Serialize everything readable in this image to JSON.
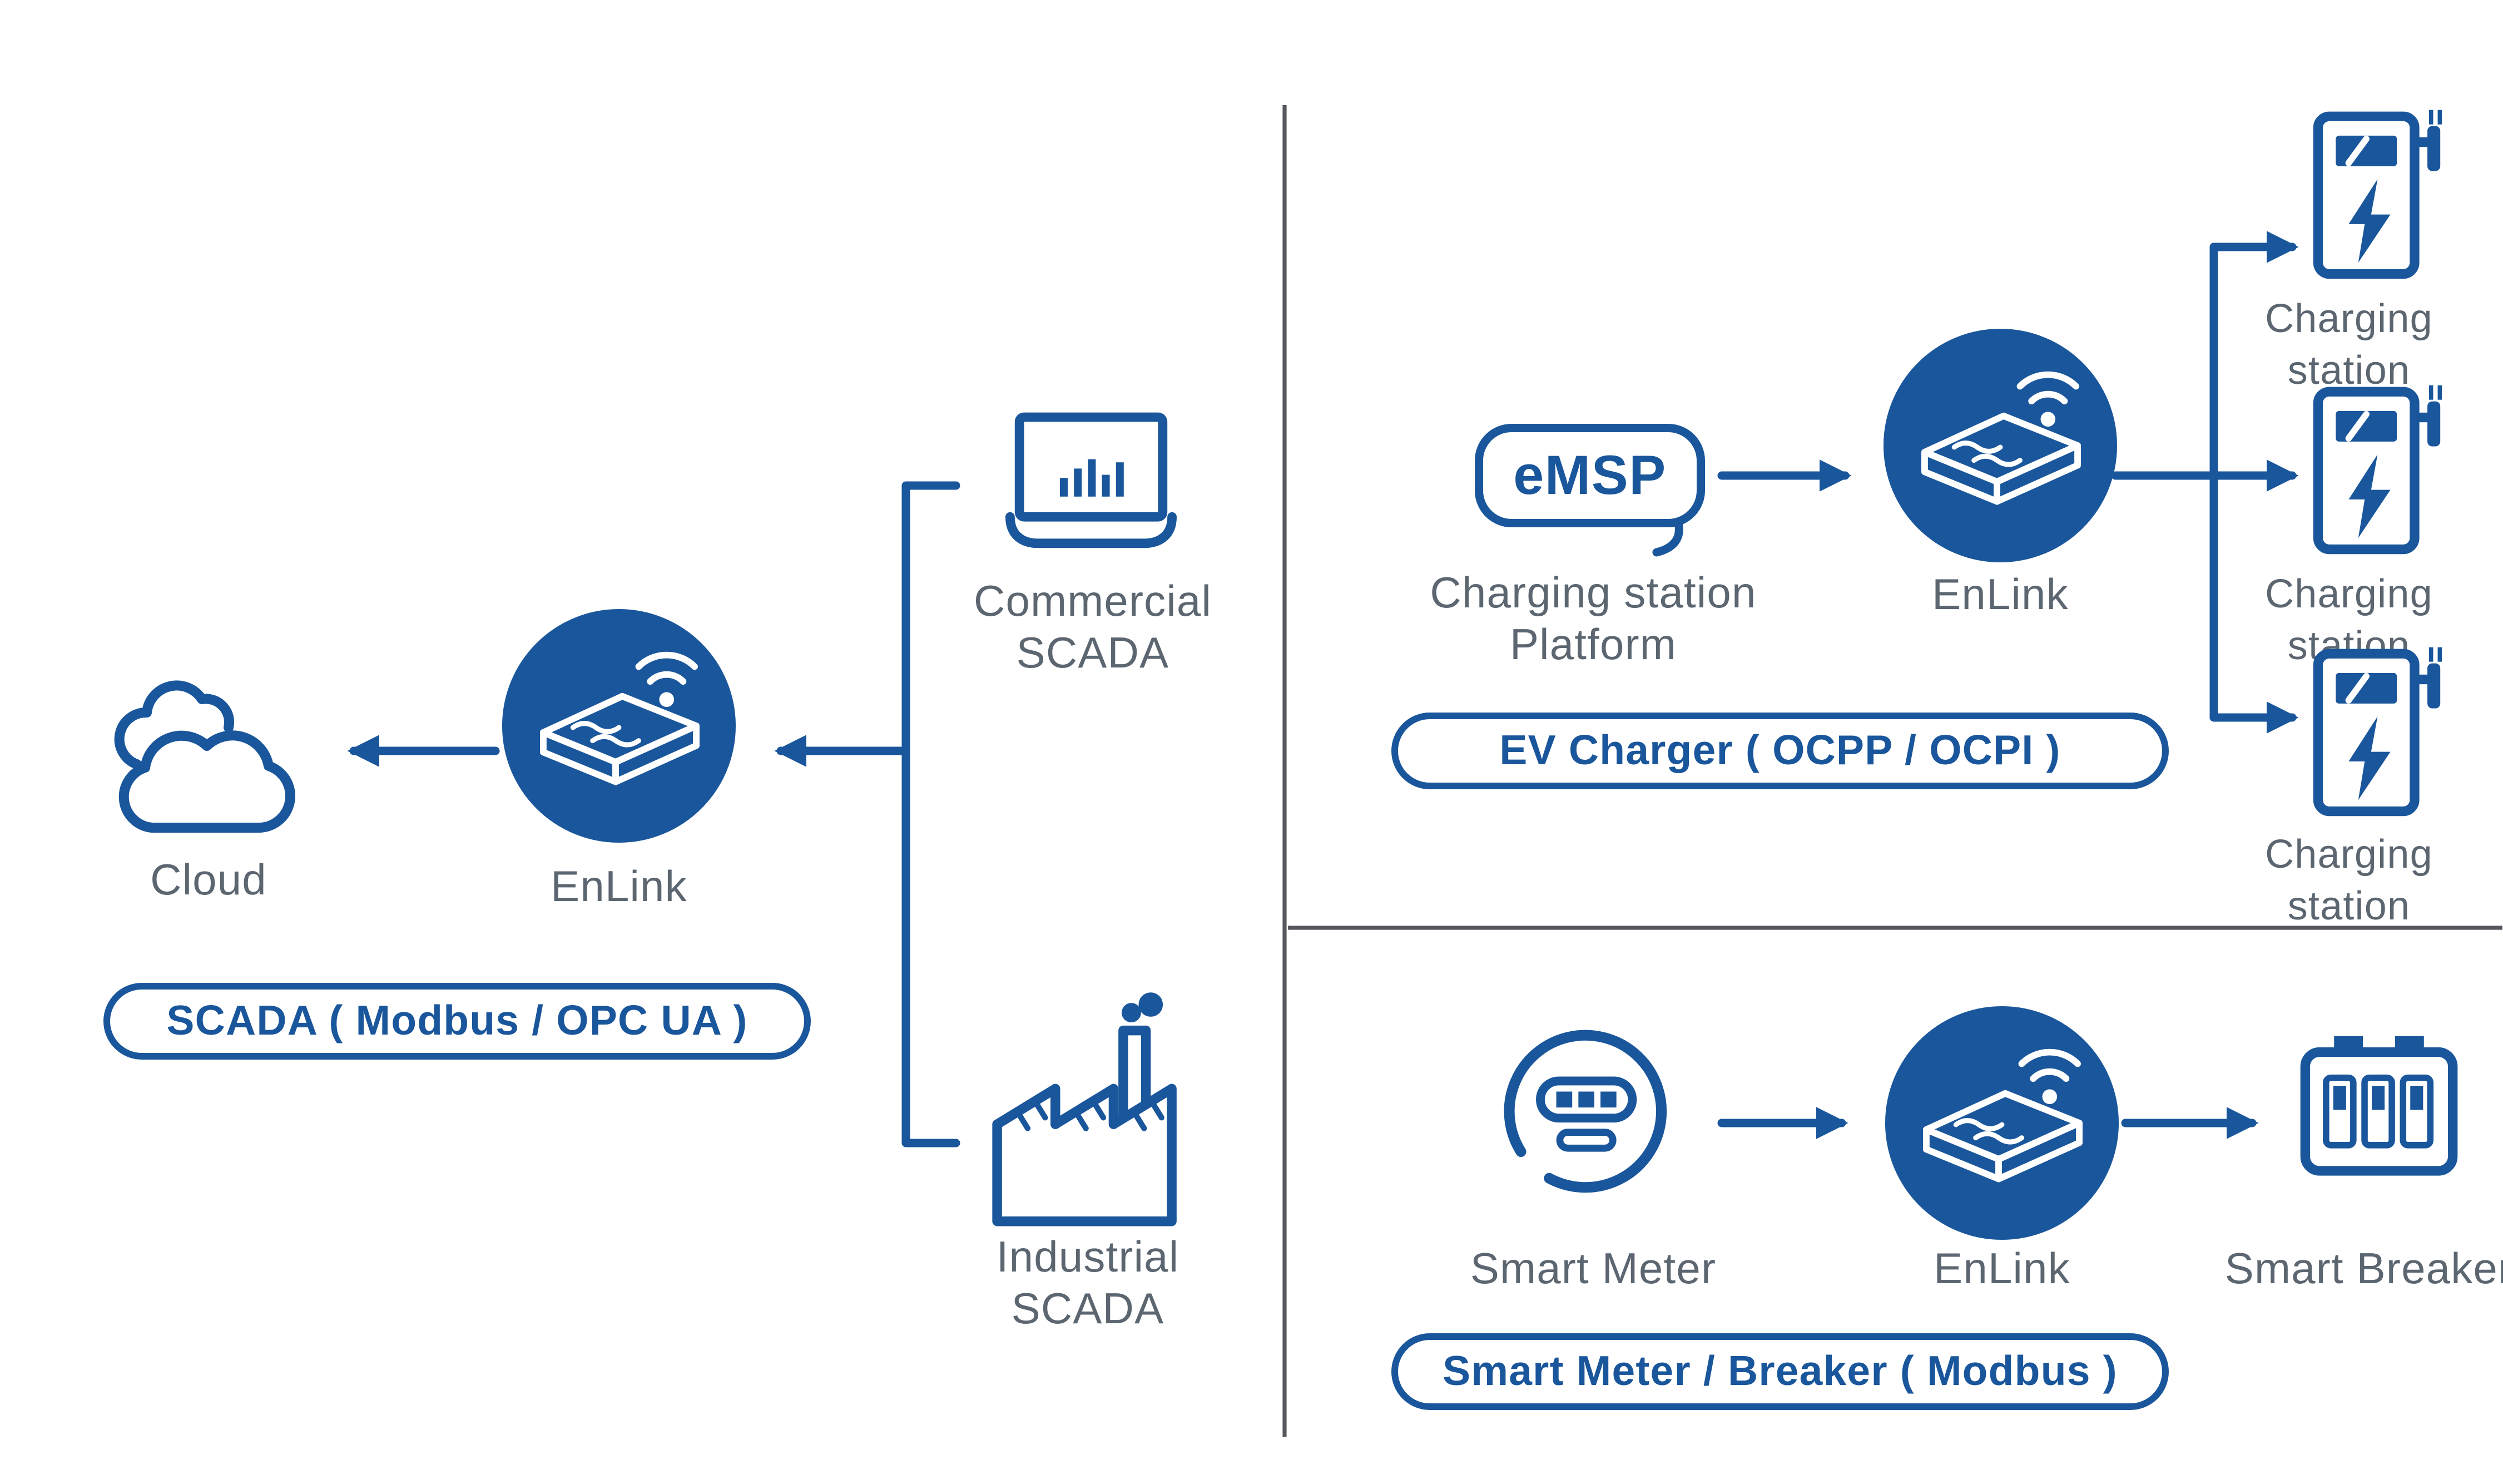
{
  "colors": {
    "brand_blue": "#1a569b",
    "label_gray": "#5c6670",
    "divider_gray": "#54585d",
    "background": "#ffffff"
  },
  "icons": {
    "cloud": "cloud-icon",
    "gateway": "enlink-gateway-icon",
    "wifi": "wifi-icon",
    "commercial_scada": "laptop-analytics-icon",
    "industrial_scada": "factory-icon",
    "emsp": "emsp-speech-bubble",
    "charging_station": "ev-charging-station-icon",
    "smart_meter": "smart-meter-icon",
    "smart_breaker": "smart-breaker-icon"
  },
  "scada_section": {
    "cloud_label": "Cloud",
    "enlink_label": "EnLink",
    "commercial_line1": "Commercial",
    "commercial_line2": "SCADA",
    "industrial_line1": "Industrial",
    "industrial_line2": "SCADA",
    "pill_label": "SCADA ( Modbus / OPC UA )"
  },
  "ev_section": {
    "emsp_label": "eMSP",
    "platform_line1": "Charging station",
    "platform_line2": "Platform",
    "enlink_label": "EnLink",
    "stations": [
      {
        "label": "Charging station"
      },
      {
        "label": "Charging station"
      },
      {
        "label": "Charging station"
      }
    ],
    "pill_label": "EV Charger ( OCPP / OCPI )"
  },
  "meter_section": {
    "meter_label": "Smart Meter",
    "enlink_label": "EnLink",
    "breaker_label": "Smart Breaker",
    "pill_label": "Smart Meter / Breaker ( Modbus )"
  }
}
